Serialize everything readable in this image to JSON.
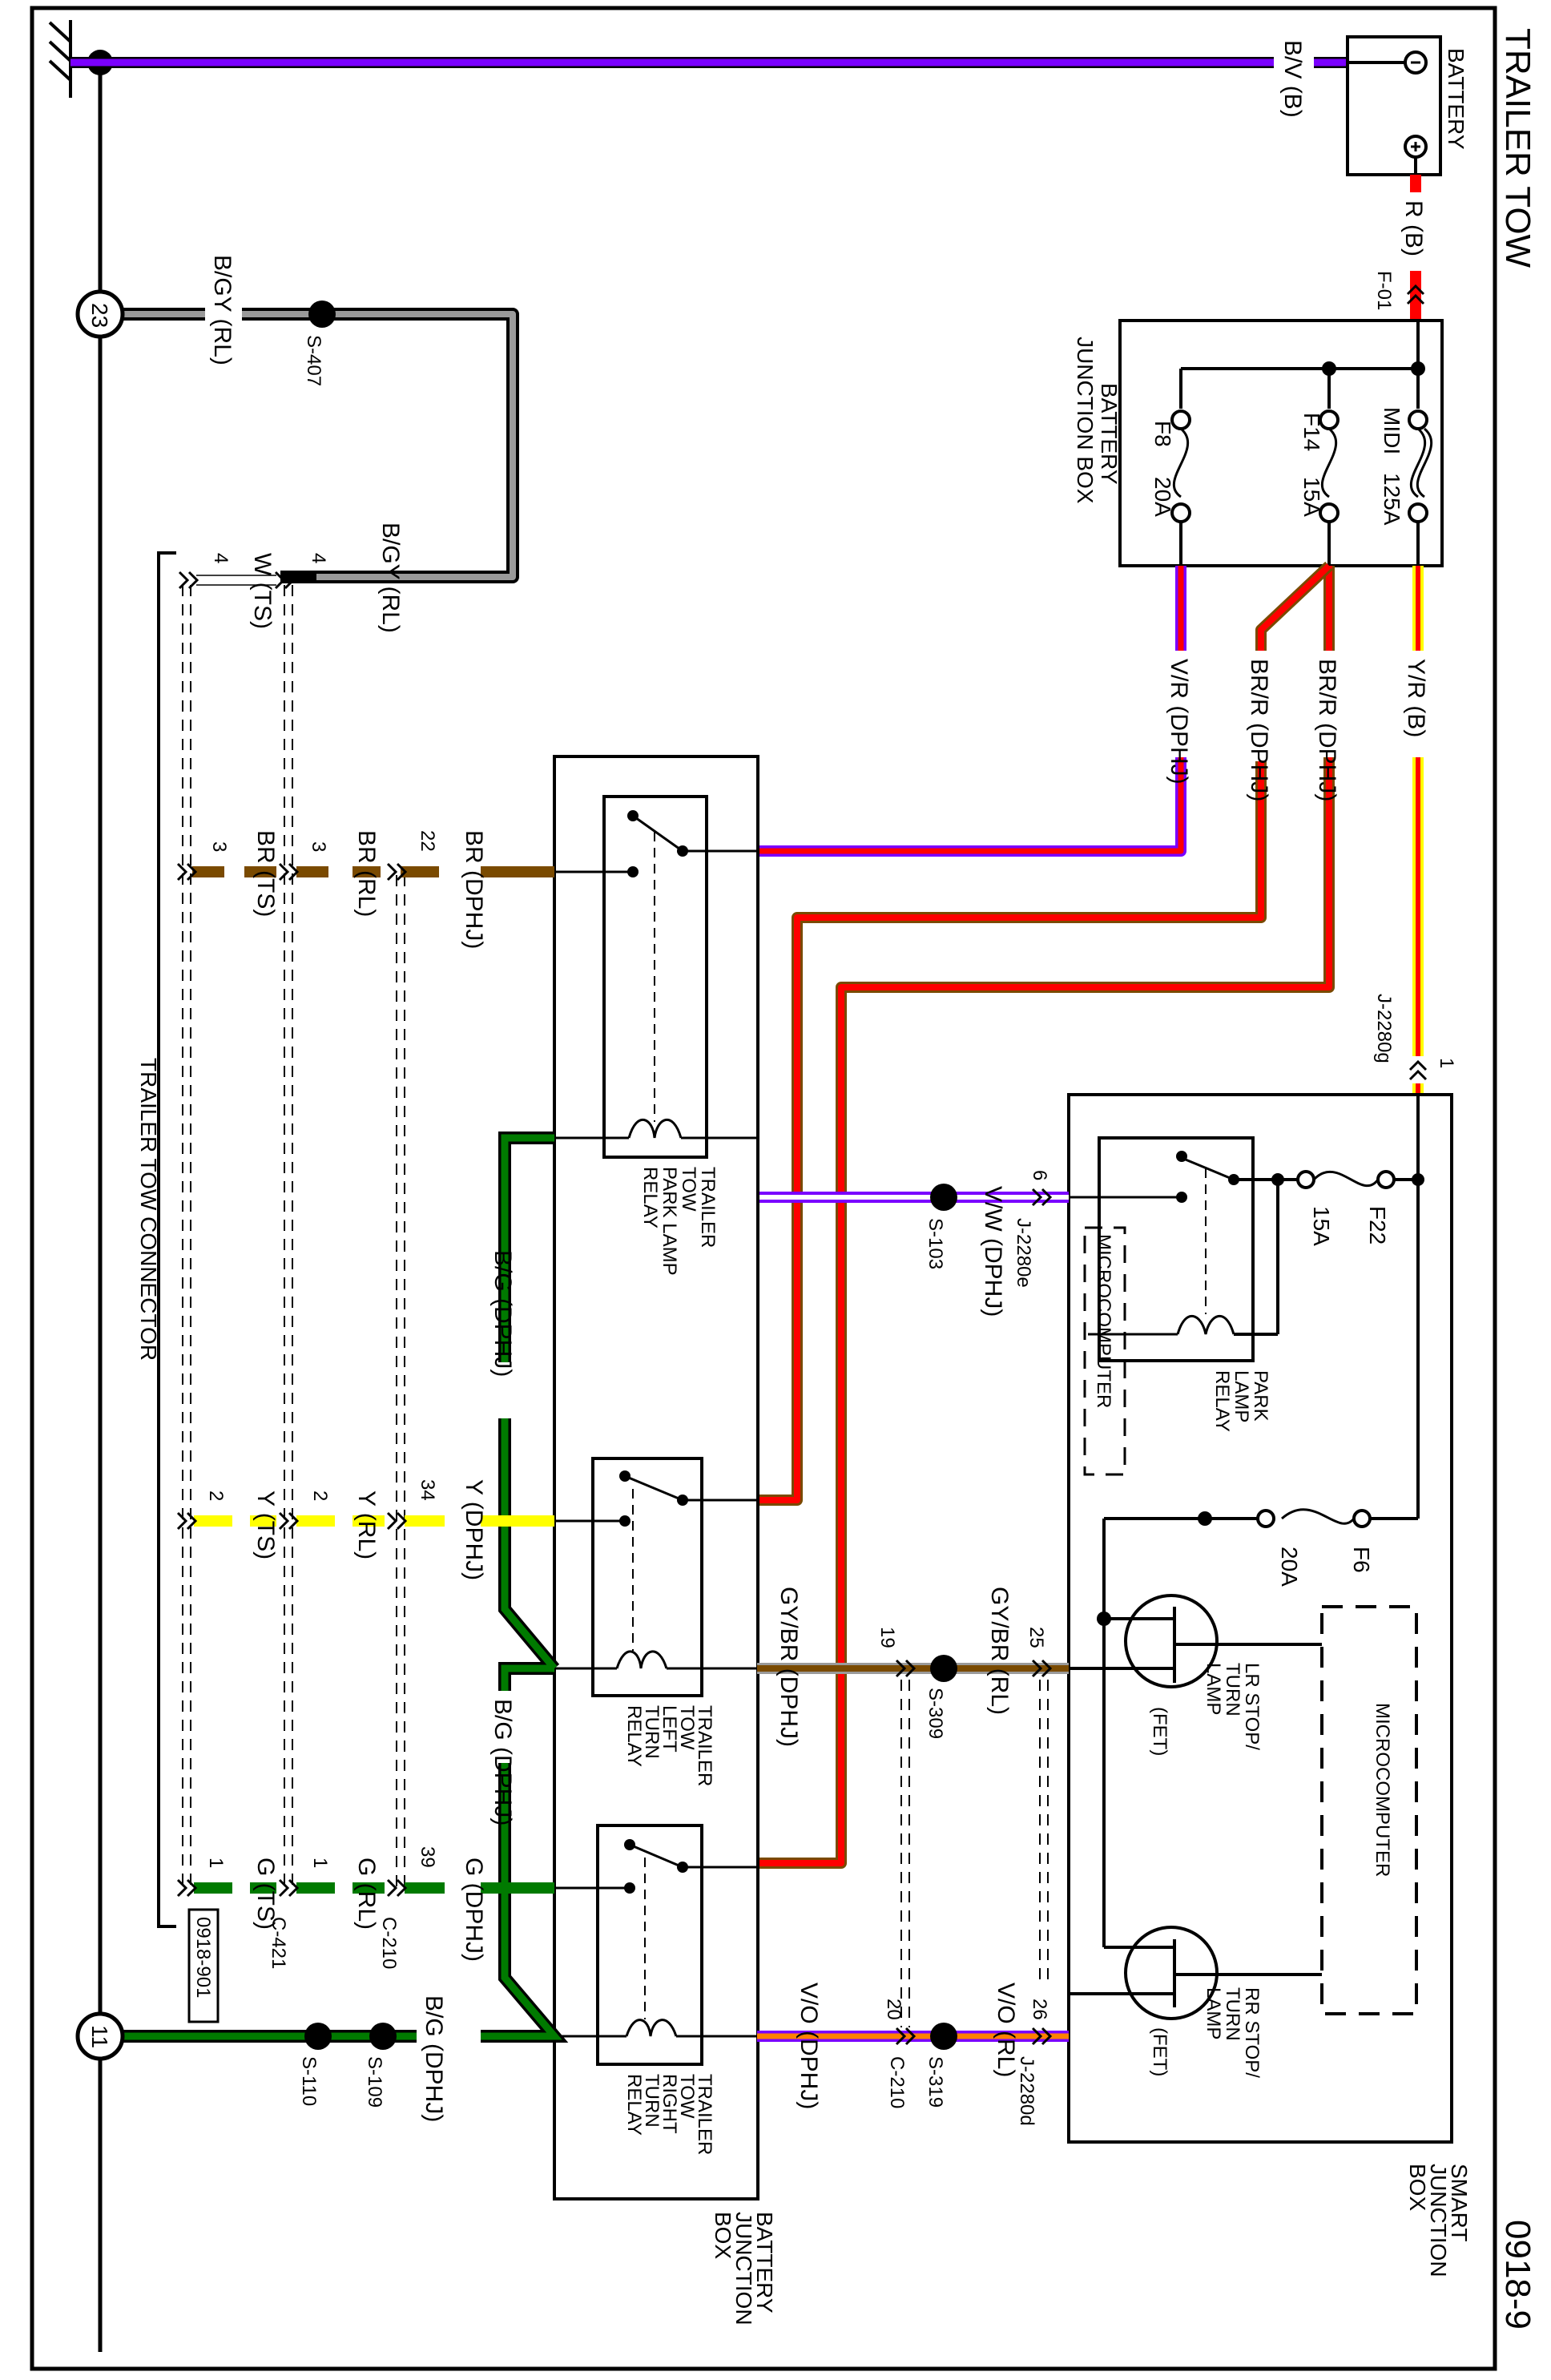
{
  "page": {
    "title": "TRAILER TOW",
    "page_number": "0918-9"
  },
  "colors": {
    "violet": "#7a00ff",
    "red": "#ff0000",
    "brown": "#7a4a00",
    "yellow": "#ffff00",
    "green": "#007a00",
    "gray": "#9a9a9a",
    "orange": "#ff8000",
    "black": "#000000"
  },
  "components": {
    "battery": {
      "label": "BATTERY",
      "neg": "−",
      "pos": "+"
    },
    "battery_junction_box_fuses": {
      "label_line1": "BATTERY",
      "label_line2": "JUNCTION BOX",
      "fuses": [
        {
          "name": "MIDI",
          "rating": "125A"
        },
        {
          "name": "F14",
          "rating": "15A"
        },
        {
          "name": "F8",
          "rating": "20A"
        }
      ]
    },
    "smart_junction_box": {
      "label_line1": "SMART",
      "label_line2": "JUNCTION",
      "label_line3": "BOX",
      "fuse_f22": {
        "name": "F22",
        "rating": "15A"
      },
      "fuse_f6": {
        "name": "F6",
        "rating": "20A"
      },
      "park_lamp_relay": [
        "PARK",
        "LAMP",
        "RELAY"
      ],
      "microcomputer_1": "MICROCOMPUTER",
      "microcomputer_2": "MICROCOMPUTER",
      "lr_fet": [
        "LR STOP/",
        "TURN",
        "LAMP"
      ],
      "rr_fet": [
        "RR STOP/",
        "TURN",
        "LAMP"
      ],
      "fet_label": "(FET)"
    },
    "battery_junction_box_relays": {
      "label_line1": "BATTERY",
      "label_line2": "JUNCTION",
      "label_line3": "BOX",
      "park_relay": [
        "TRAILER",
        "TOW",
        "PARK LAMP",
        "RELAY"
      ],
      "left_relay": [
        "TRAILER",
        "TOW",
        "LEFT",
        "TURN",
        "RELAY"
      ],
      "right_relay": [
        "TRAILER",
        "TOW",
        "RIGHT",
        "TURN",
        "RELAY"
      ]
    },
    "trailer_tow_connector": {
      "label": "TRAILER TOW CONNECTOR",
      "ref": "0918-901"
    }
  },
  "ground_nodes": [
    {
      "id": "23"
    },
    {
      "id": "11"
    }
  ],
  "wires": {
    "bv_b": "B/V (B)",
    "r_b": "R (B)",
    "yr_b": "Y/R (B)",
    "brr_dphj_1": "BR/R (DPHJ)",
    "brr_dphj_2": "BR/R (DPHJ)",
    "vr_dphj": "V/R (DPHJ)",
    "bgy_rl_1": "B/GY (RL)",
    "bgy_rl_2": "B/GY (RL)",
    "w_ts": "W (TS)",
    "br_dphj": "BR (DPHJ)",
    "br_rl": "BR (RL)",
    "br_ts": "BR (TS)",
    "vw_dphj": "V/W (DPHJ)",
    "bg_dphj_1": "B/G (DPHJ)",
    "bg_dphj_2": "B/G (DPHJ)",
    "bg_dphj_3": "B/G (DPHJ)",
    "y_dphj": "Y (DPHJ)",
    "y_rl": "Y (RL)",
    "y_ts": "Y (TS)",
    "gybr_dphj": "GY/BR (DPHJ)",
    "gybr_rl": "GY/BR (RL)",
    "g_dphj": "G (DPHJ)",
    "g_rl": "G (RL)",
    "g_ts": "G (TS)",
    "vo_dphj": "V/O (DPHJ)",
    "vo_rl": "V/O (RL)"
  },
  "connectors": {
    "f01": "F-01",
    "j2280g": "J-2280g",
    "j2280g_pin": "1",
    "j2280e": "J-2280e",
    "j2280e_pin": "6",
    "j2280d": "J-2280d",
    "j2280d_pin": "26",
    "pin_25": "25",
    "pin_19": "19",
    "pin_20": "20",
    "c210": "C-210",
    "c210_b": "C-210",
    "c421": "C-421",
    "pin_22": "22",
    "pin_34": "34",
    "pin_39": "39",
    "pin_4a": "4",
    "pin_4b": "4",
    "pin_3a": "3",
    "pin_3b": "3",
    "pin_2a": "2",
    "pin_2b": "2",
    "pin_1a": "1",
    "pin_1b": "1"
  },
  "splices": {
    "s407": "S-407",
    "s103": "S-103",
    "s309": "S-309",
    "s319": "S-319",
    "s109": "S-109",
    "s110": "S-110"
  }
}
